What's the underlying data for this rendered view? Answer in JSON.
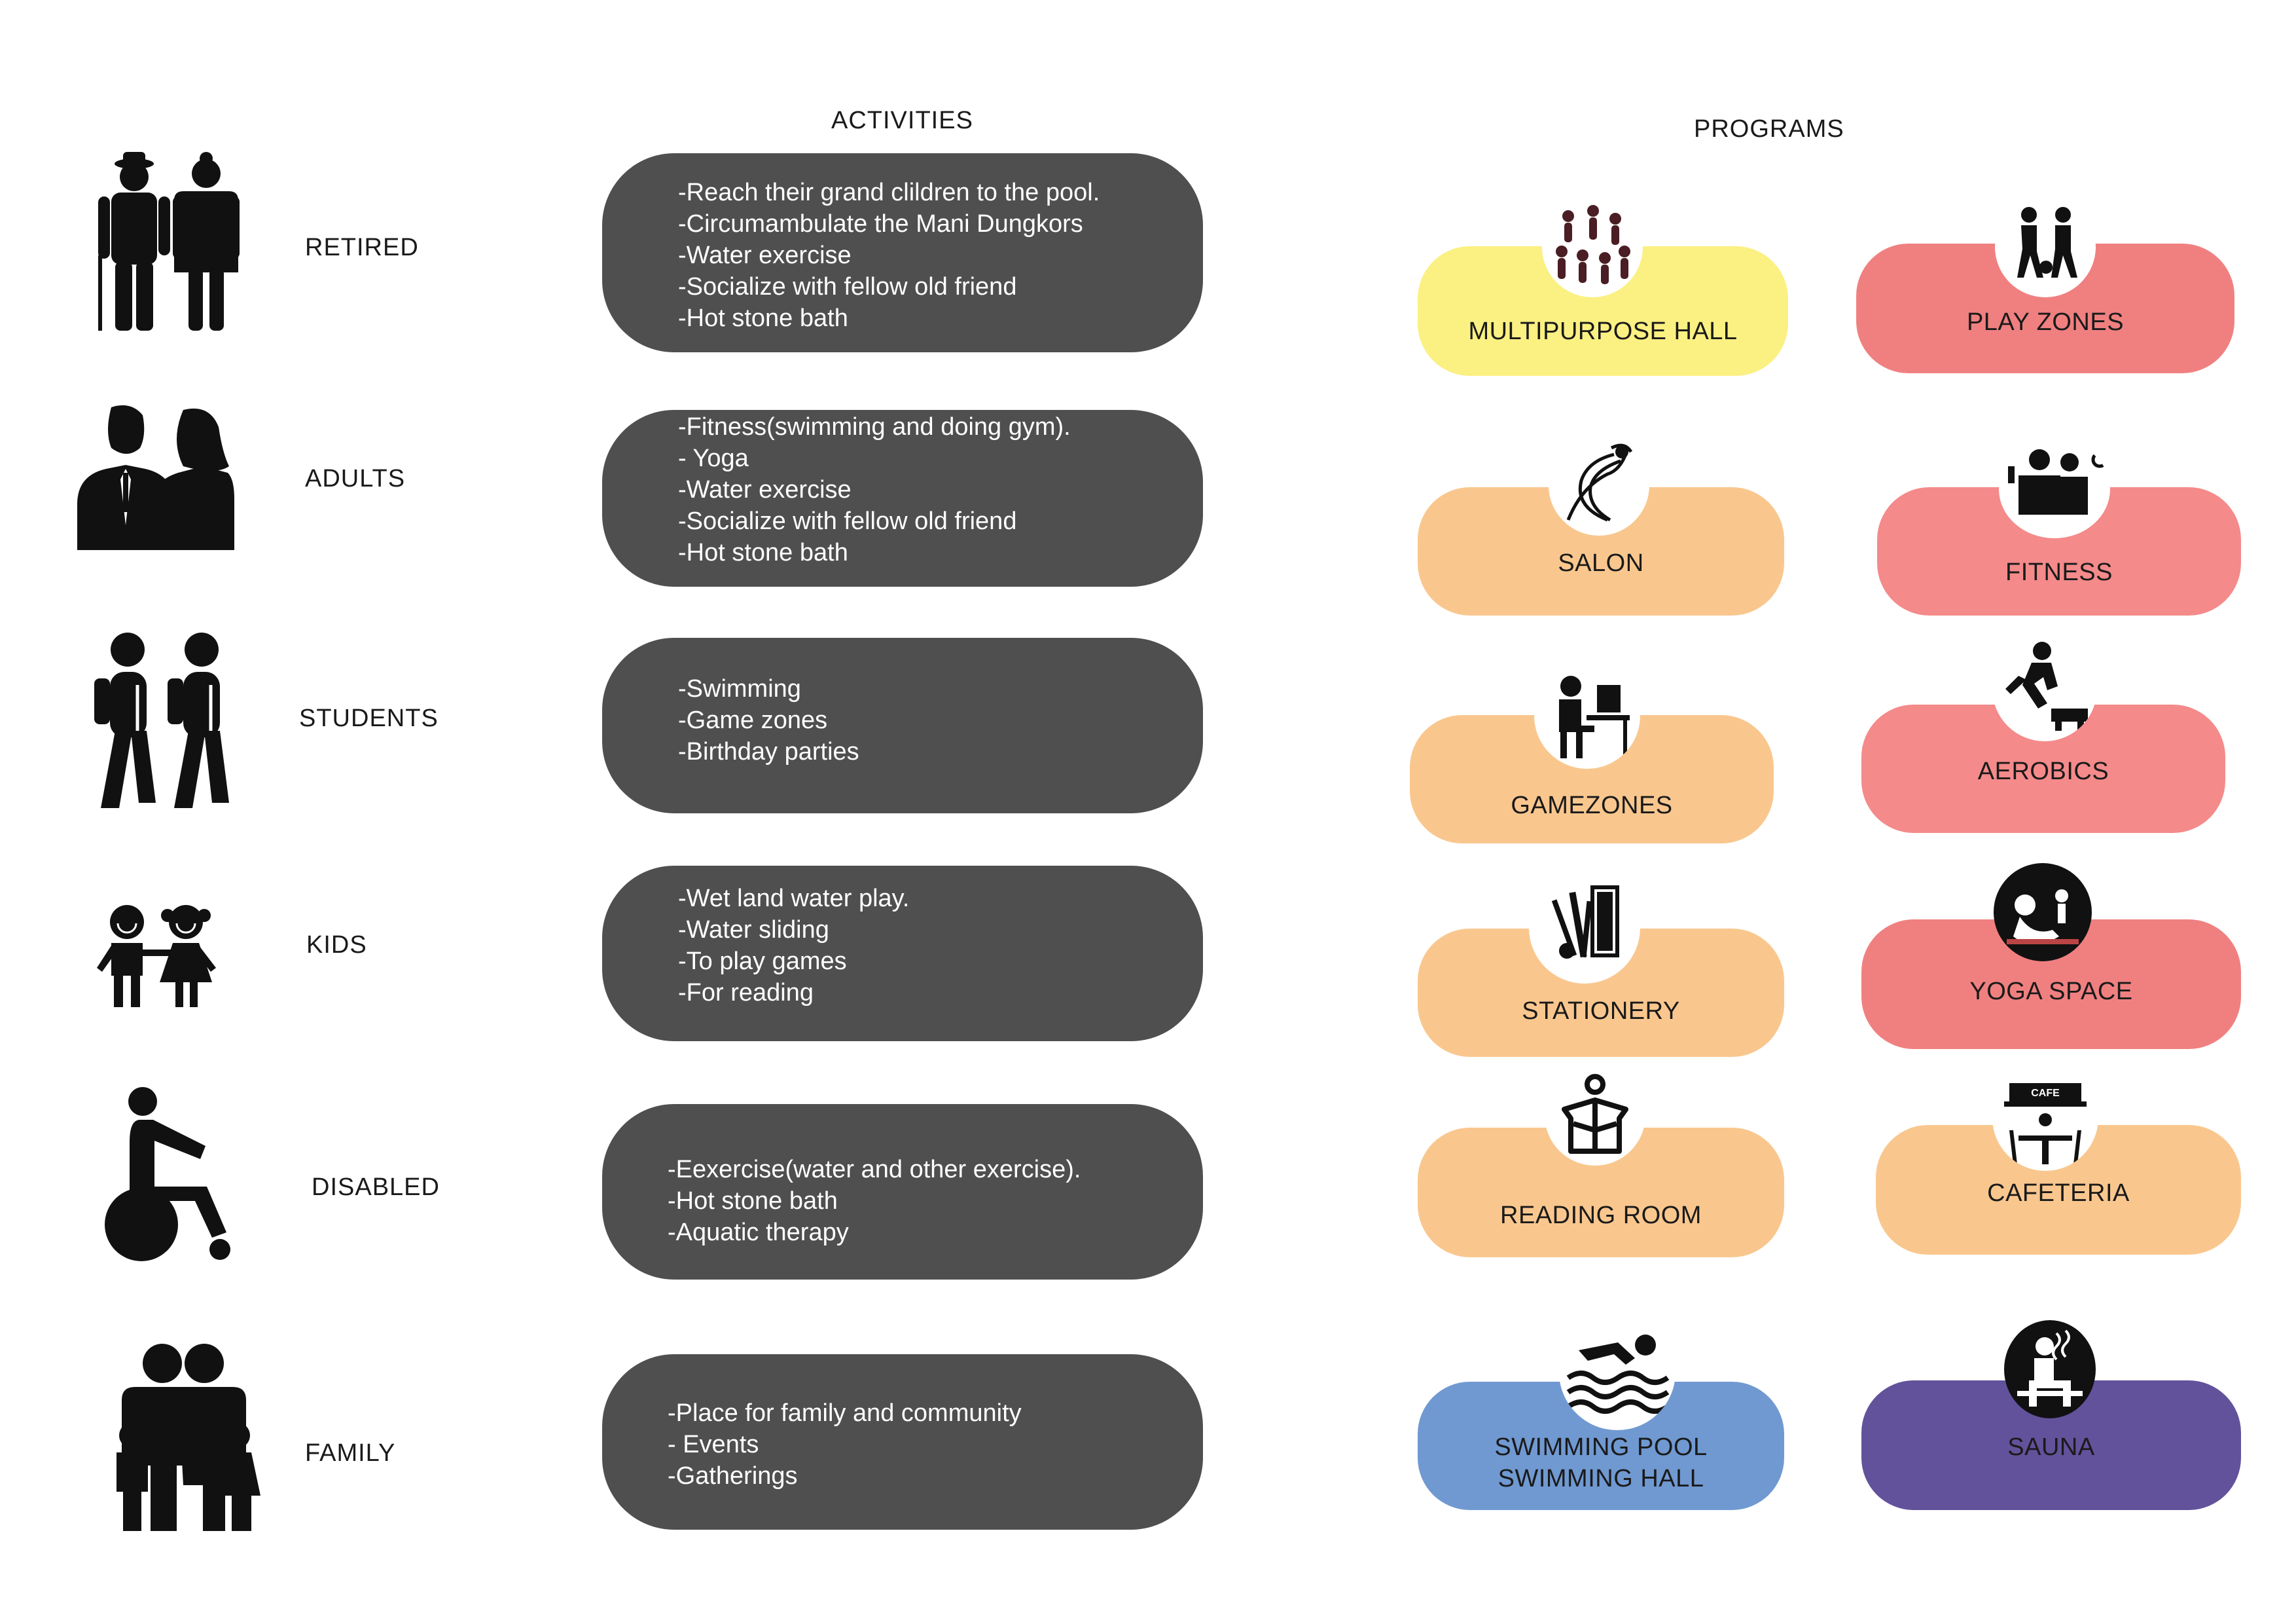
{
  "headings": {
    "activities": "ACTIVITIES",
    "programs": "PROGRAMS"
  },
  "users": [
    {
      "label": "RETIRED",
      "icon": "elderly-couple-icon"
    },
    {
      "label": "ADULTS",
      "icon": "adult-couple-icon"
    },
    {
      "label": "STUDENTS",
      "icon": "students-backpack-icon"
    },
    {
      "label": "KIDS",
      "icon": "kids-holding-hands-icon"
    },
    {
      "label": "DISABLED",
      "icon": "wheelchair-icon"
    },
    {
      "label": "FAMILY",
      "icon": "family-icon"
    }
  ],
  "activities": [
    {
      "lines": [
        "-Reach their grand clildren to the pool.",
        "-Circumambulate the Mani Dungkors",
        "-Water exercise",
        "-Socialize with fellow old friend",
        "-Hot stone bath"
      ]
    },
    {
      "lines": [
        "-Fitness(swimming and doing gym).",
        "- Yoga",
        "-Water exercise",
        "-Socialize with fellow old friend",
        "-Hot stone bath"
      ]
    },
    {
      "lines": [
        "-Swimming",
        "-Game zones",
        "-Birthday parties"
      ]
    },
    {
      "lines": [
        "-Wet land water play.",
        "-Water sliding",
        "-To play games",
        "-For reading"
      ]
    },
    {
      "lines": [
        "-Eexercise(water and other exercise).",
        "-Hot stone bath",
        "-Aquatic therapy"
      ]
    },
    {
      "lines": [
        "-Place for family and community",
        "- Events",
        "-Gatherings"
      ]
    }
  ],
  "programs": [
    {
      "label": "MULTIPURPOSE HALL",
      "color": "#fbf082",
      "icon": "people-crowd-icon"
    },
    {
      "label": "PLAY ZONES",
      "color": "#f08080",
      "icon": "kids-playing-ball-icon"
    },
    {
      "label": "SALON",
      "color": "#f9c78e",
      "icon": "hair-salon-icon"
    },
    {
      "label": "FITNESS",
      "color": "#f48a8a",
      "icon": "dumbbell-couple-icon"
    },
    {
      "label": "GAMEZONES",
      "color": "#f9c78e",
      "icon": "computer-gamer-icon"
    },
    {
      "label": "AEROBICS",
      "color": "#f48a8a",
      "icon": "step-aerobics-icon"
    },
    {
      "label": "STATIONERY",
      "color": "#f9c78e",
      "icon": "stationery-tools-icon"
    },
    {
      "label": "YOGA SPACE",
      "color": "#f08080",
      "icon": "yoga-pose-icon"
    },
    {
      "label": "READING ROOM",
      "color": "#f9c78e",
      "icon": "person-reading-icon"
    },
    {
      "label": "CAFETERIA",
      "color": "#f9c78e",
      "icon": "cafe-table-icon",
      "sign": "CAFE"
    },
    {
      "label": "SWIMMING POOL\nSWIMMING HALL",
      "color": "#7099d1",
      "icon": "swimmer-icon"
    },
    {
      "label": "SAUNA",
      "color": "#62529b",
      "icon": "sauna-person-icon"
    }
  ]
}
